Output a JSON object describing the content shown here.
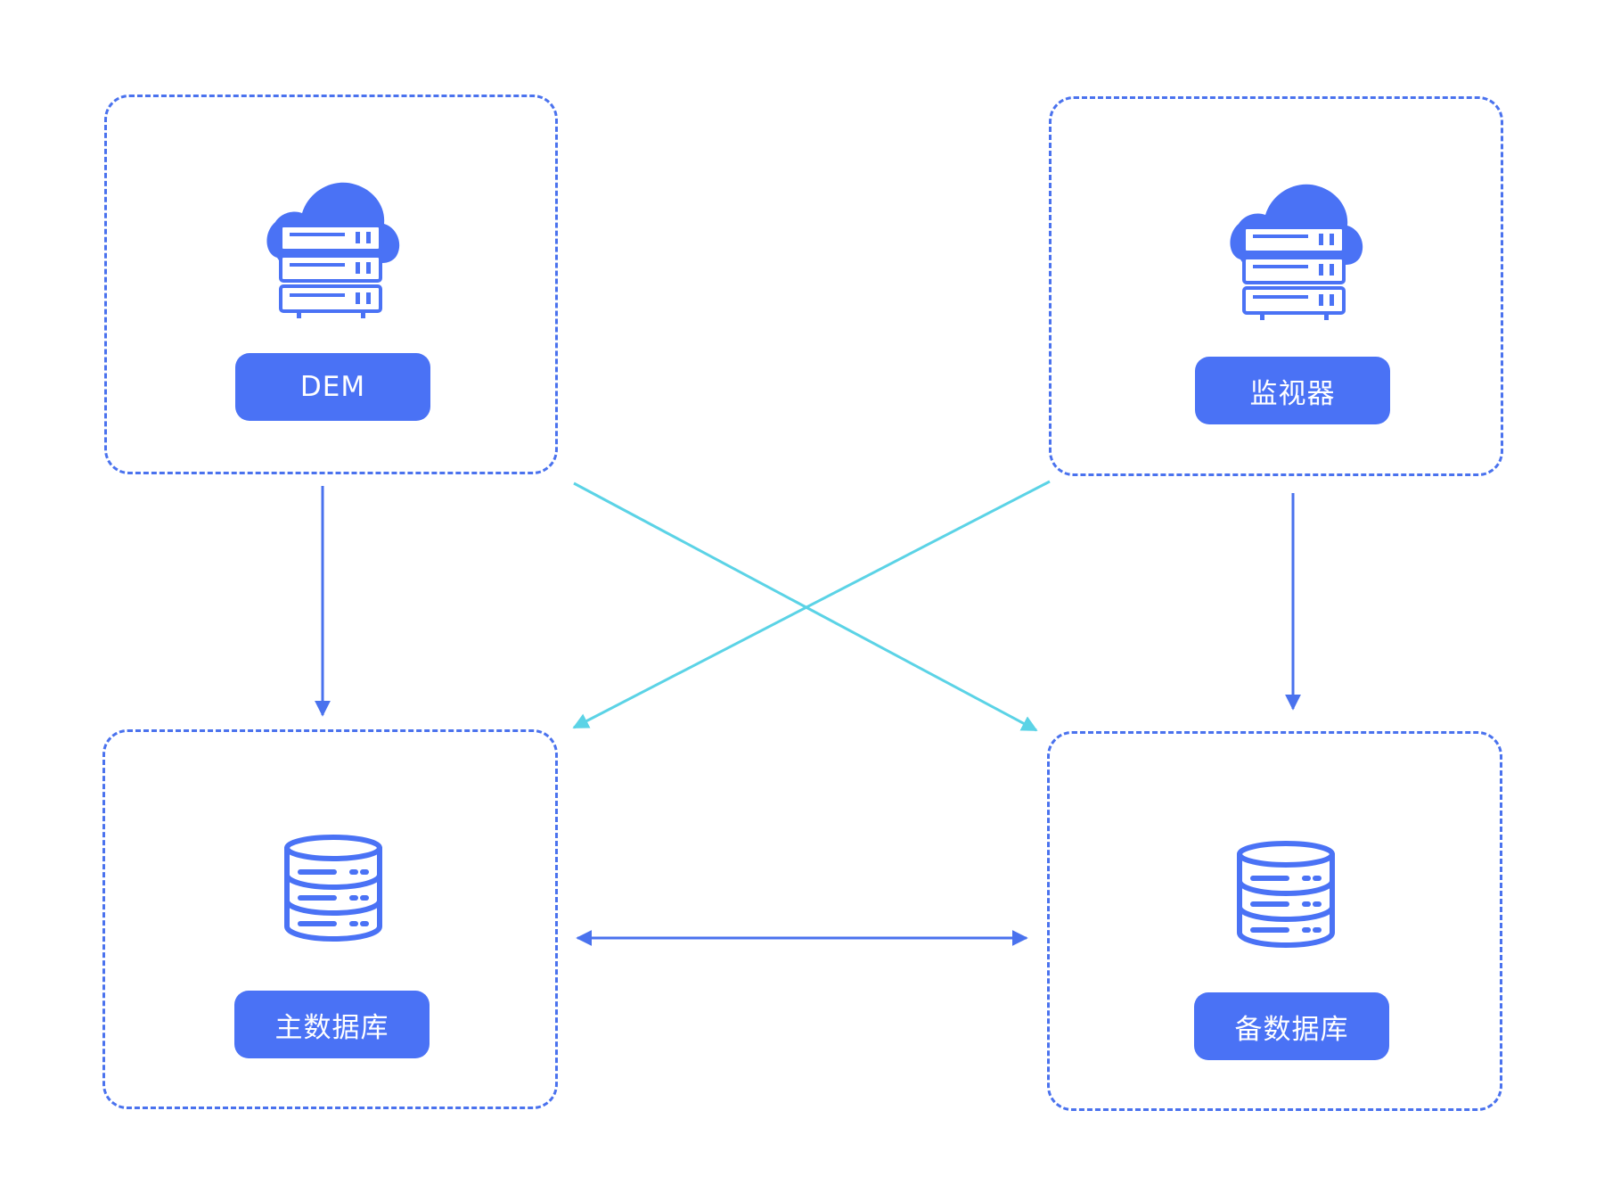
{
  "colors": {
    "node_border": "#4a72ee",
    "label_fill": "#4a72f5",
    "label_text": "#ffffff",
    "vertical_arrow": "#4a72ee",
    "cross_arrow": "#5bd3e6",
    "bidirectional_arrow": "#4a72ee"
  },
  "nodes": {
    "dem": {
      "label": "DEM",
      "icon": "cloud-server-icon"
    },
    "monitor": {
      "label": "监视器",
      "icon": "cloud-server-icon"
    },
    "primary_db": {
      "label": "主数据库",
      "icon": "database-icon"
    },
    "backup_db": {
      "label": "备数据库",
      "icon": "database-icon"
    }
  },
  "edges": [
    {
      "from": "DEM",
      "to": "主数据库",
      "direction": "one-way",
      "style": "vertical"
    },
    {
      "from": "DEM",
      "to": "备数据库",
      "direction": "one-way",
      "style": "cross"
    },
    {
      "from": "监视器",
      "to": "主数据库",
      "direction": "one-way",
      "style": "cross"
    },
    {
      "from": "监视器",
      "to": "备数据库",
      "direction": "one-way",
      "style": "vertical"
    },
    {
      "from": "主数据库",
      "to": "备数据库",
      "direction": "two-way",
      "style": "horizontal"
    }
  ]
}
